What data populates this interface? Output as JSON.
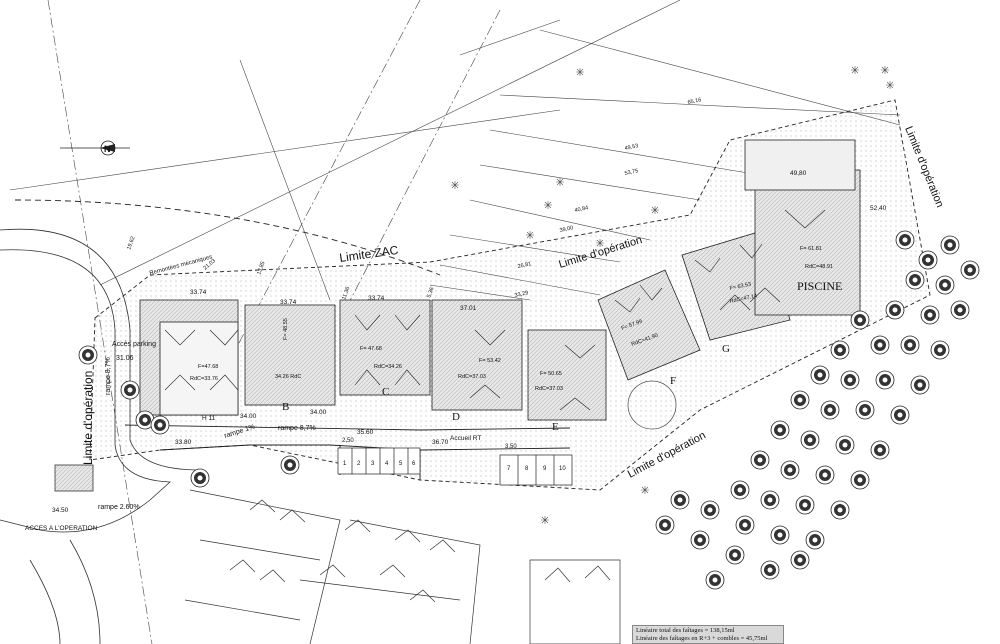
{
  "labels": {
    "limite_zac": "Limite ZAC",
    "limite_operation_left": "Limite d'opération",
    "limite_operation_top": "Limite d'opération",
    "limite_operation_right": "Limite d'opération",
    "limite_operation_bottom": "Limite d'opération",
    "acces_parking": "Accès parking",
    "acces_parking_level": "31.06",
    "rampe_left": "rampe 8,7%",
    "rampe_1": "rampe 1%",
    "rampe_mid": "rampe 8,7%",
    "rampe_bottom": "rampe 2.60%",
    "acces_operation": "ACCES A L'OPERATION",
    "accueil": "Accueil RT",
    "piscine": "PISCINE",
    "remontees": "Remontées mécaniques",
    "cota_350": "3,50",
    "cota_250": "2,50"
  },
  "levels": [
    "33.74",
    "33.74",
    "33.74",
    "37.01",
    "34.00",
    "34.00",
    "33.80",
    "35.60",
    "36.70",
    "34.50",
    "49,80",
    "52,40"
  ],
  "buildings": [
    {
      "letter": "H",
      "f": "F=47.68",
      "rdc": "RdC=33.76",
      "num": "H 11"
    },
    {
      "letter": "B",
      "f": "F= 48.55",
      "rdc": "34.26 RdC"
    },
    {
      "letter": "C",
      "f": "F= 47.68",
      "rdc": "RdC=34.26"
    },
    {
      "letter": "D",
      "f": "F= 53.42",
      "rdc": "RdC=37.03"
    },
    {
      "letter": "E",
      "f": "F= 50.65",
      "rdc": "RdC=37.03"
    },
    {
      "letter": "F",
      "f": "F= 57.99",
      "rdc": "RdC=41.90"
    },
    {
      "letter": "G",
      "f": "F= 63.53",
      "rdc": "RdC=47.14"
    },
    {
      "letter": "",
      "f": "F= 61.81",
      "rdc": "RdC=48.91"
    }
  ],
  "parking_numbers": [
    "1",
    "2",
    "3",
    "4",
    "5",
    "6",
    "7",
    "8",
    "9",
    "10"
  ],
  "dimensions": [
    "65,16",
    "49,53",
    "53,75",
    "40,84",
    "39,00",
    "26,81",
    "33,29",
    "19,62",
    "21,03",
    "13,85",
    "11,36",
    "5,36"
  ],
  "summary": {
    "line1": "Linéaire total des faîtages = 138,15ml",
    "line2": "Linéaire des faîtages en R+3 + combles = 45,75ml"
  },
  "icons": {
    "north": "north-arrow-icon"
  },
  "colors": {
    "ink": "#111111",
    "tree": "#222222",
    "paper": "#ffffff",
    "roof": "#cfcfcf"
  }
}
